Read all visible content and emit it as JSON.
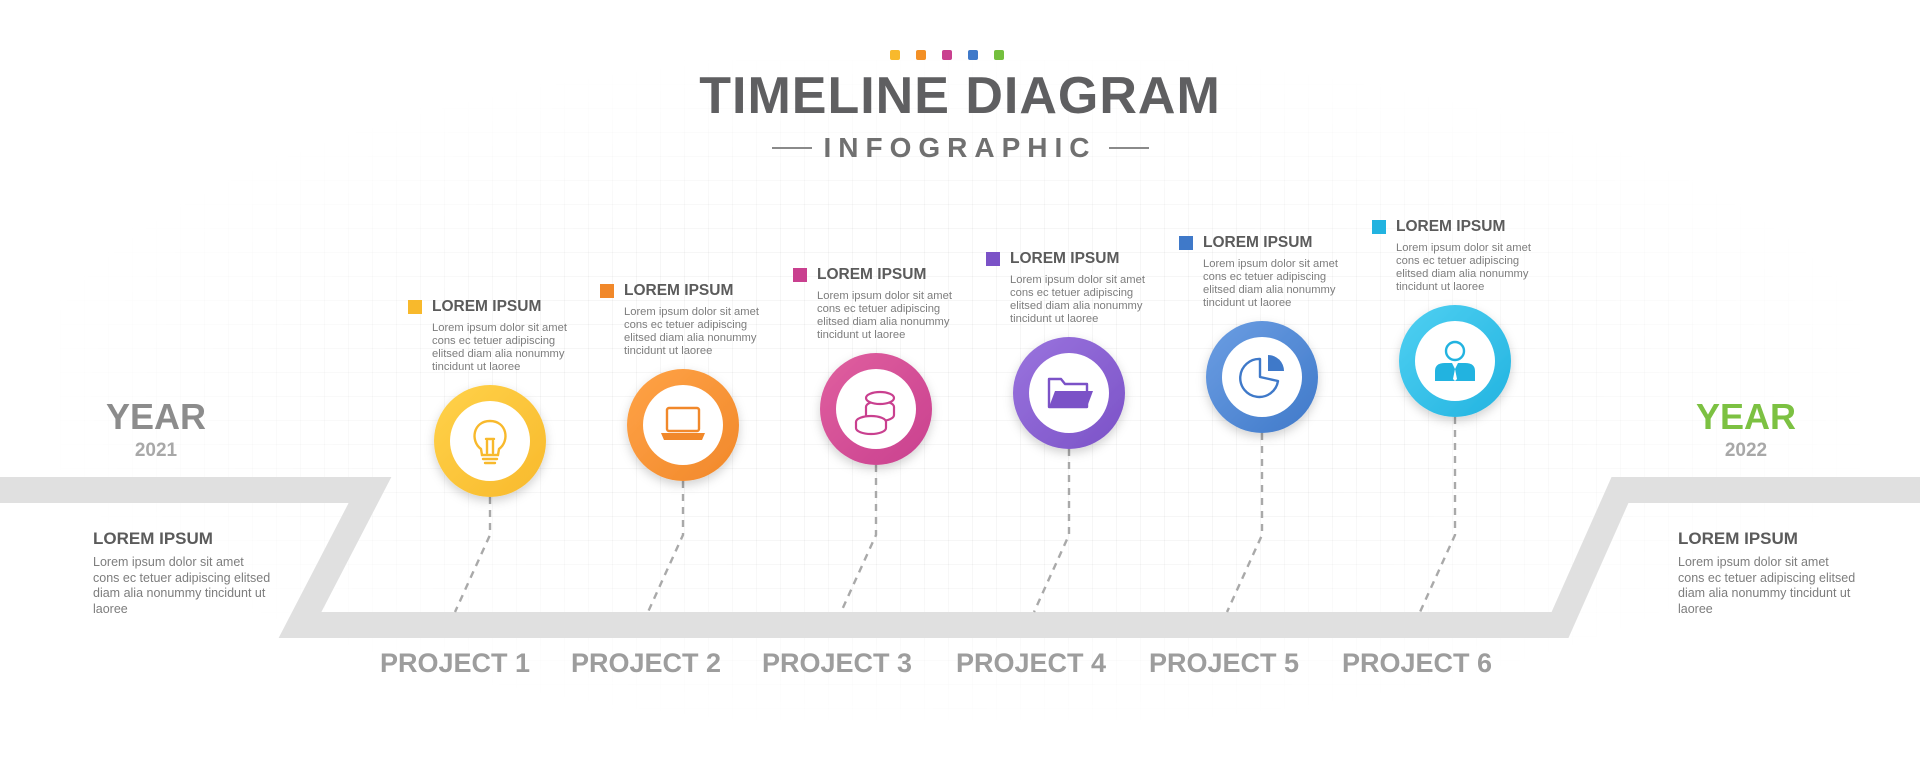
{
  "header": {
    "title": "TIMELINE DIAGRAM",
    "subtitle": "INFOGRAPHIC",
    "dot_colors": [
      "#f8b92c",
      "#f39026",
      "#c9408f",
      "#3f79c9",
      "#74bf3e"
    ]
  },
  "start": {
    "year_word": "YEAR",
    "year": "2021",
    "title": "LOREM IPSUM",
    "body": "Lorem ipsum dolor sit amet cons ec tetuer adipiscing elitsed diam alia nonummy tincidunt ut laoree",
    "color": "#8c8c8c"
  },
  "end": {
    "year_word": "YEAR",
    "year": "2022",
    "title": "LOREM IPSUM",
    "body": "Lorem ipsum dolor sit amet cons ec tetuer adipiscing elitsed diam alia nonummy tincidunt ut laoree",
    "color": "#7cc142"
  },
  "steps": [
    {
      "label": "PROJECT 1",
      "title": "LOREM IPSUM",
      "body": "Lorem ipsum dolor sit amet cons ec tetuer adipiscing elitsed diam alia nonummy tincidunt ut laoree",
      "icon": "lightbulb-icon",
      "color": "#f8b92c",
      "color2": "#ffd24a"
    },
    {
      "label": "PROJECT 2",
      "title": "LOREM IPSUM",
      "body": "Lorem ipsum dolor sit amet cons ec tetuer adipiscing elitsed diam alia nonummy tincidunt ut laoree",
      "icon": "laptop-icon",
      "color": "#f1882a",
      "color2": "#ffa347"
    },
    {
      "label": "PROJECT 3",
      "title": "LOREM IPSUM",
      "body": "Lorem ipsum dolor sit amet cons ec tetuer adipiscing elitsed diam alia nonummy tincidunt ut laoree",
      "icon": "coins-icon",
      "color": "#c9408f",
      "color2": "#e0609f"
    },
    {
      "label": "PROJECT 4",
      "title": "LOREM IPSUM",
      "body": "Lorem ipsum dolor sit amet cons ec tetuer adipiscing elitsed diam alia nonummy tincidunt ut laoree",
      "icon": "folder-icon",
      "color": "#7b52c7",
      "color2": "#9a74de"
    },
    {
      "label": "PROJECT 5",
      "title": "LOREM IPSUM",
      "body": "Lorem ipsum dolor sit amet cons ec tetuer adipiscing elitsed diam alia nonummy tincidunt ut laoree",
      "icon": "pie-chart-icon",
      "color": "#3f79c9",
      "color2": "#6c9ee3"
    },
    {
      "label": "PROJECT 6",
      "title": "LOREM IPSUM",
      "body": "Lorem ipsum dolor sit amet cons ec tetuer adipiscing elitsed diam alia nonummy tincidunt ut laoree",
      "icon": "user-icon",
      "color": "#22b3e0",
      "color2": "#4fd0f2"
    }
  ]
}
